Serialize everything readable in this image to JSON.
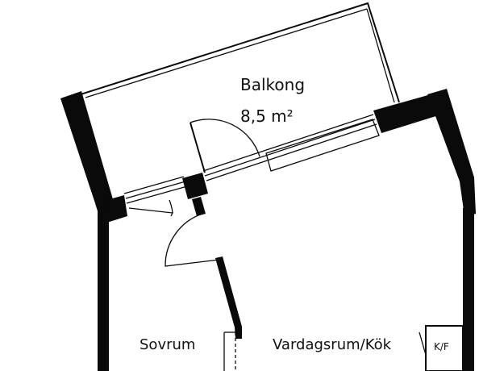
{
  "rooms": {
    "balcony": {
      "label": "Balkong",
      "area": "8,5 m²"
    },
    "bedroom": {
      "label": "Sovrum"
    },
    "living": {
      "label": "Vardagsrum/Kök"
    }
  },
  "fixtures": {
    "fridge_freezer": {
      "label": "K/F"
    }
  },
  "colors": {
    "wall": "#0a0a0a",
    "background": "#ffffff"
  }
}
